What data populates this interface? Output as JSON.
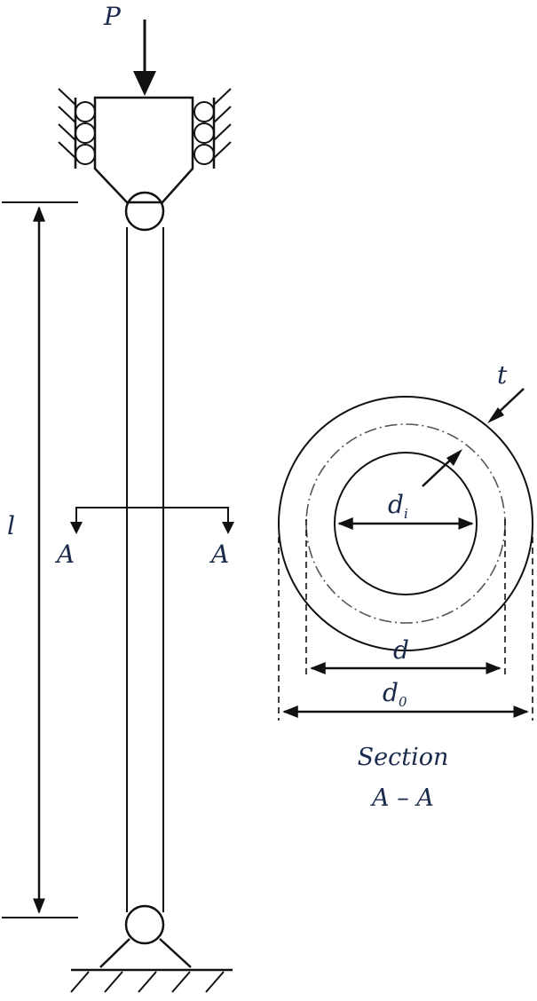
{
  "column": {
    "load_label": "P",
    "length_label": "l",
    "section_mark_left": "A",
    "section_mark_right": "A"
  },
  "section": {
    "thickness_label": "t",
    "inner_diameter_label": "d",
    "inner_diameter_subscript": "i",
    "mean_diameter_label": "d",
    "outer_diameter_label": "d",
    "outer_diameter_subscript": "0",
    "caption_line1": "Section",
    "caption_line2": "A – A"
  },
  "colors": {
    "line": "#111111",
    "text": "#1a2a4a"
  }
}
